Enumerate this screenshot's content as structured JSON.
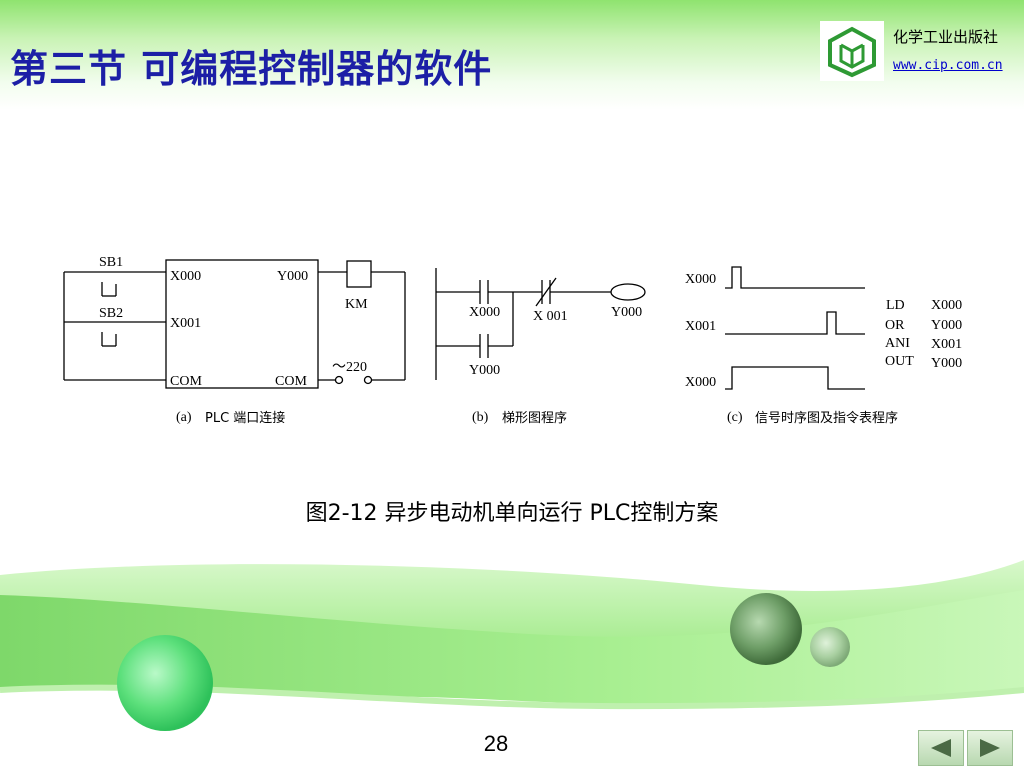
{
  "slide": {
    "title": "第三节 可编程控制器的软件",
    "page_number": "28"
  },
  "publisher": {
    "name": "化学工业出版社",
    "url": "www.cip.com.cn"
  },
  "figure": {
    "caption": "图2-12  异步电动机单向运行 PLC控制方案",
    "panel_a": {
      "label": "(a)",
      "title": "PLC 端口连接",
      "sb1": "SB1",
      "sb2": "SB2",
      "in_x000": "X000",
      "in_x001": "X001",
      "out_y000": "Y000",
      "com_left": "COM",
      "com_right": "COM",
      "coil": "KM",
      "supply": "～220"
    },
    "panel_b": {
      "label": "(b)",
      "title": "梯形图程序",
      "contact_x000": "X000",
      "contact_x001": "X 001",
      "contact_y000": "Y000",
      "coil_y000": "Y000"
    },
    "panel_c": {
      "label": "(c)",
      "title": "信号时序图及指令表程序",
      "sig_x000": "X000",
      "sig_x001": "X001",
      "sig_y000": "X000",
      "instructions": [
        {
          "op": "LD",
          "arg": "X000"
        },
        {
          "op": "OR",
          "arg": "Y000"
        },
        {
          "op": "ANI",
          "arg": "X001"
        },
        {
          "op": "OUT",
          "arg": "Y000"
        }
      ]
    }
  },
  "colors": {
    "title": "#1c1fa6",
    "header_green": "#8fe36f",
    "url": "#0000cc",
    "logo_green": "#2e9a34"
  },
  "icons": {
    "logo": "publisher-logo",
    "prev": "left-triangle-icon",
    "next": "right-triangle-icon"
  }
}
